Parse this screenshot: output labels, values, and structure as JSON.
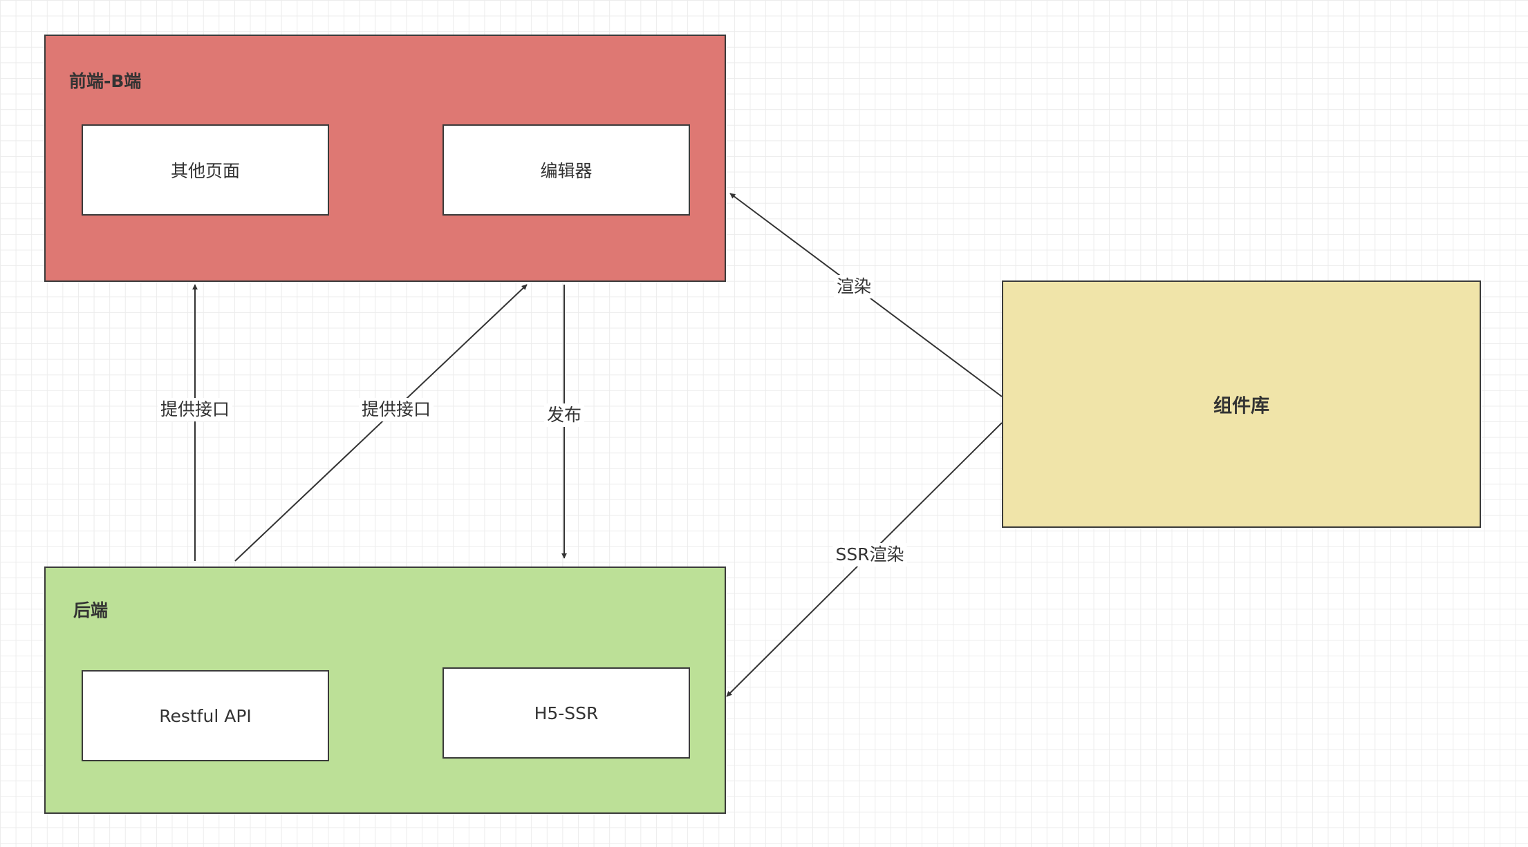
{
  "frontend": {
    "title": "前端-B端",
    "fill": "#de7873",
    "nodes": {
      "other_pages": "其他页面",
      "editor": "编辑器"
    }
  },
  "backend": {
    "title": "后端",
    "fill": "#bce097",
    "nodes": {
      "restful_api": "Restful API",
      "h5_ssr": "H5-SSR"
    }
  },
  "component_library": {
    "title": "组件库",
    "fill": "#f0e4a9"
  },
  "edges": {
    "api_to_other_pages": "提供接口",
    "api_to_editor": "提供接口",
    "publish": "发布",
    "render": "渲染",
    "ssr_render": "SSR渲染"
  }
}
